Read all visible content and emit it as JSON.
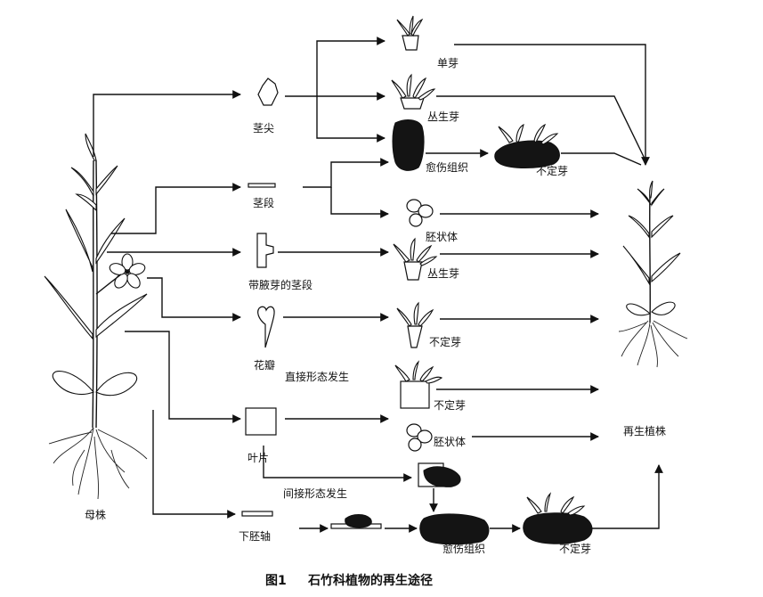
{
  "labels": {
    "mother_plant": "母株",
    "regenerated_plant": "再生植株",
    "stem_tip": "茎尖",
    "stem_segment": "茎段",
    "stem_with_axillary_bud": "带腋芽的茎段",
    "petal": "花瓣",
    "leaf": "叶片",
    "hypocotyl": "下胚轴",
    "single_bud": "单芽",
    "cluster_bud_1": "丛生芽",
    "callus_1": "愈伤组织",
    "adventitious_bud_1": "不定芽",
    "embryoid_1": "胚状体",
    "cluster_bud_2": "丛生芽",
    "adventitious_bud_2": "不定芽",
    "direct_morphogenesis": "直接形态发生",
    "adventitious_bud_3": "不定芽",
    "embryoid_2": "胚状体",
    "indirect_morphogenesis": "间接形态发生",
    "callus_2": "愈伤组织",
    "adventitious_bud_4": "不定芽"
  },
  "caption": {
    "figure_no": "图1",
    "title": "石竹科植物的再生途径"
  }
}
